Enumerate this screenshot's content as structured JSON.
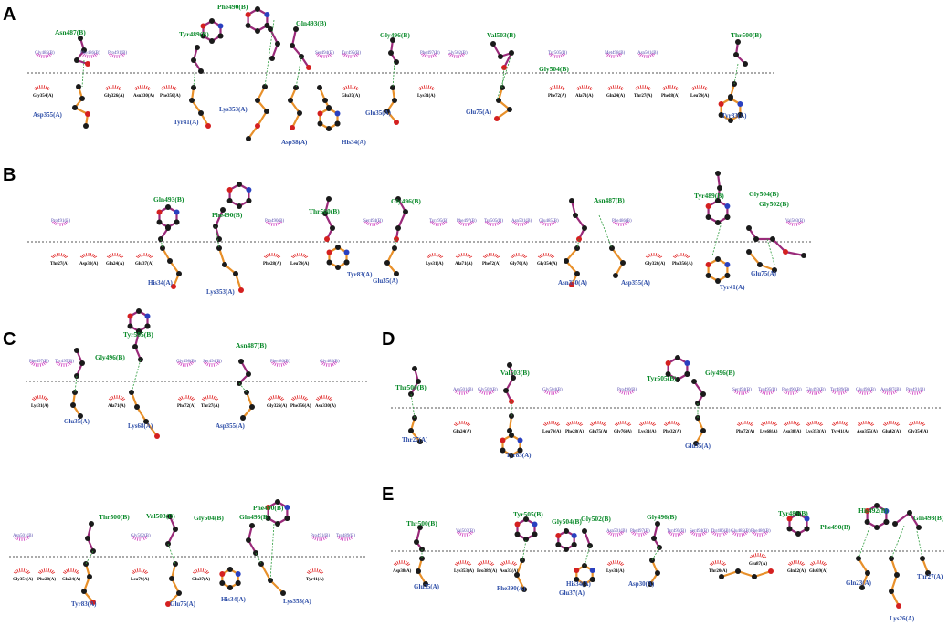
{
  "panels": [
    "A",
    "B",
    "C",
    "D",
    "E"
  ],
  "colors": {
    "ligand_bond": "#9a2a7a",
    "receptor_bond": "#e8902a",
    "hbond": "#2a9a3a",
    "hydrophobic_receptor": "#e02020",
    "hydrophobic_ligand": "#d040c0",
    "ligand_label": "#0a8a2a",
    "receptor_label": "#2f4fa8"
  },
  "A": {
    "hbond_ligand": [
      "Asn487(B)",
      "Tyr489(B)",
      "Phe490(B)",
      "Gln493(B)",
      "Gly496(B)",
      "Val503(B)",
      "Gly504(B)",
      "Thr500(B)"
    ],
    "top_contacts": [
      "Gly485(B)",
      "Phe486(B)",
      "Pro491(B)",
      "Ser494(B)",
      "Tyr495(B)",
      "Phe497(B)",
      "Gly502(B)",
      "Tyr505(B)",
      "Met498(B)",
      "Asn501(B)"
    ],
    "bottom_contacts": [
      "Gly354(A)",
      "Gly326(A)",
      "Asn330(A)",
      "Phe356(A)",
      "Glu37(A)",
      "Lys31(A)",
      "Phe72(A)",
      "Ala71(A)",
      "Gln24(A)",
      "Thr27(A)",
      "Phe28(A)",
      "Leu79(A)"
    ],
    "receptor_labels": [
      "Asp355(A)",
      "Tyr41(A)",
      "Lys353(A)",
      "Asp38(A)",
      "His34(A)",
      "Glu35(A)",
      "Glu75(A)",
      "Tyr83(A)"
    ]
  },
  "B": {
    "hbond_ligand": [
      "Gln493(B)",
      "Phe490(B)",
      "Thr500(B)",
      "Gly496(B)",
      "Asn487(B)",
      "Tyr489(B)",
      "Gly504(B)",
      "Gly502(B)"
    ],
    "top_contacts": [
      "Pro491(B)",
      "Pro490(B)",
      "Ser494(B)",
      "Tyr495(B)",
      "Phe497(B)",
      "Tyr505(B)",
      "Asn501(B)",
      "Glu485(B)",
      "Phe486(B)",
      "Val503(B)"
    ],
    "bottom_contacts": [
      "Thr27(A)",
      "Asp30(A)",
      "Gln24(A)",
      "Glu37(A)",
      "Phe28(A)",
      "Leu79(A)",
      "Lys31(A)",
      "Ala71(A)",
      "Phe72(A)",
      "Gly76(A)",
      "Gly354(A)",
      "Gly326(A)",
      "Phe356(A)"
    ],
    "receptor_labels": [
      "His34(A)",
      "Lys353(A)",
      "Tyr83(A)",
      "Glu35(A)",
      "Asn330(A)",
      "Asp355(A)",
      "Glu75(A)",
      "Tyr41(A)"
    ]
  },
  "C1": {
    "hbond_ligand": [
      "Gly496(B)",
      "Tyr505(B)",
      "Asn487(B)"
    ],
    "top_contacts": [
      "Phe497(B)",
      "Tyr495(B)",
      "Gly498(B)",
      "Ser494(B)",
      "Phe486(B)",
      "Gly485(B)"
    ],
    "bottom_contacts": [
      "Lys31(A)",
      "Ala71(A)",
      "Phe72(A)",
      "Thr27(A)",
      "Gly326(A)",
      "Phe356(A)",
      "Asn330(A)"
    ],
    "receptor_labels": [
      "Glu35(A)",
      "Lys68(A)",
      "Asp355(A)"
    ]
  },
  "C2": {
    "hbond_ligand": [
      "Thr500(B)",
      "Val503(B)",
      "Gly504(B)",
      "Phe490(B)",
      "Gln493(B)"
    ],
    "top_contacts": [
      "Asn501(B)",
      "Gly502(B)",
      "Pro491(B)",
      "Tyr489(B)"
    ],
    "bottom_contacts": [
      "Gly354(A)",
      "Phe28(A)",
      "Gln24(A)",
      "Leu79(A)",
      "Glu37(A)",
      "Tyr41(A)"
    ],
    "receptor_labels": [
      "Tyr83(A)",
      "Glu75(A)",
      "His34(A)",
      "Lys353(A)"
    ]
  },
  "D": {
    "hbond_ligand": [
      "Thr500(B)",
      "Val503(B)",
      "Tyr505(B)",
      "Gly496(B)"
    ],
    "top_contacts": [
      "Asn501(B)",
      "Gly502(B)",
      "Gly504(B)",
      "Pro490(B)",
      "Ser494(B)",
      "Tyr495(B)",
      "Phe490(B)",
      "Gln493(B)",
      "Tyr489(B)",
      "Glu498(B)",
      "Asn487(B)",
      "Pro491(B)"
    ],
    "bottom_contacts": [
      "Gln24(A)",
      "Leu79(A)",
      "Phe28(A)",
      "Glu75(A)",
      "Gly76(A)",
      "Lys31(A)",
      "Phe32(A)",
      "Phe72(A)",
      "Lys68(A)",
      "Asp38(A)",
      "Lys353(A)",
      "Tyr41(A)",
      "Asp355(A)",
      "Glu42(A)",
      "Gly354(A)"
    ],
    "receptor_labels": [
      "Thr27(A)",
      "Tyr83(A)",
      "Glu35(A)"
    ]
  },
  "E": {
    "hbond_ligand": [
      "Thr500(B)",
      "Tyr505(B)",
      "Gly504(B)",
      "Gly502(B)",
      "Gly496(B)",
      "Tyr489(B)",
      "His492(B)",
      "Gln493(B)",
      "Phe490(B)"
    ],
    "top_contacts": [
      "Val503(B)",
      "Asn501(B)",
      "Phe497(B)",
      "Tyr495(B)",
      "Ser494(B)",
      "Thr486(B)",
      "Glu485(B)",
      "Phe486(B)"
    ],
    "bottom_contacts": [
      "Asp38(A)",
      "Lys353(A)",
      "Pro389(A)",
      "Asn33(A)",
      "Lys31(A)",
      "Thr20(A)",
      "Glu87(A)",
      "Gln22(A)",
      "Glu69(A)"
    ],
    "receptor_labels": [
      "Glu35(A)",
      "Phe390(A)",
      "His34(A)",
      "Glu37(A)",
      "Asp30(A)",
      "Gln23(A)",
      "Lys26(A)",
      "Thr27(A)"
    ]
  }
}
